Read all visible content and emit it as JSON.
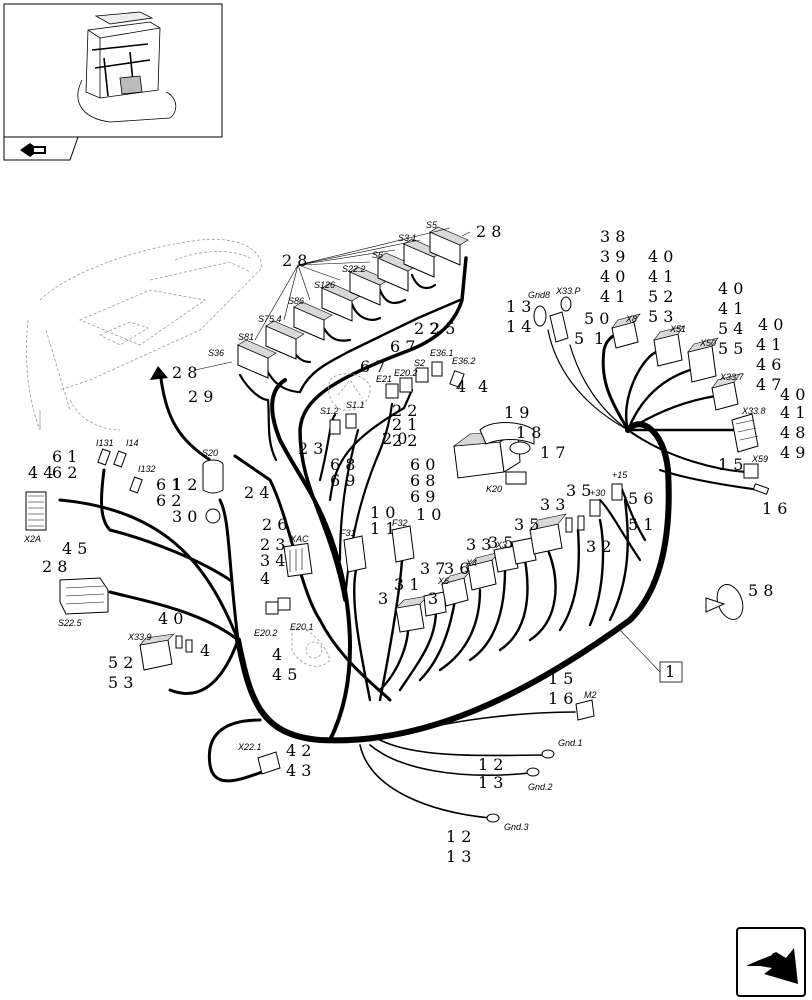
{
  "overview": {
    "icon": "cab-overview-thumbnail",
    "nav_icon": "previous-page-arrow-icon"
  },
  "footer": {
    "nav_icon": "next-page-arrow-icon"
  },
  "main_ref": "1",
  "refs": {
    "r28a": "2 8",
    "r28b": "2 8",
    "r28c": "2 8",
    "r28d": "2 8",
    "r29": "2 9",
    "r2_4": "2 4",
    "r30": "3 0",
    "r61": "6 1",
    "r62": "6 2",
    "r12": "1 2",
    "r44": "4 4",
    "r45": "4 5",
    "r22": "2 2",
    "r67a": "6 7",
    "r67b": "6 7",
    "r25": "2 5",
    "r4a": "4",
    "r4b": "4",
    "r4c": "4",
    "r20": "2 0",
    "r21": "2 1",
    "r23": "2 3",
    "r19": "1 9",
    "r18": "1 8",
    "r17": "1 7",
    "r60": "6 0",
    "r68": "6 8",
    "r69": "6 9",
    "r10a": "1 0",
    "r10b": "1 0",
    "r11": "1 1",
    "r26": "2 6",
    "r23b": "2 3",
    "r34": "3 4",
    "r40a": "4 0",
    "r52": "5 2",
    "r53": "5 3",
    "r42": "4 2",
    "r43": "4 3",
    "r15": "1 5",
    "r16": "1 6",
    "r12b": "1 2",
    "r13b": "1 3",
    "r12c": "1 2",
    "r13c": "1 3",
    "r13": "1 3",
    "r14": "1 4",
    "r50": "5 0",
    "r5a": "5",
    "r1": "1",
    "r38": "3 8",
    "r39": "3 9",
    "r40b": "4 0",
    "r41": "4 1",
    "r40c": "4 0",
    "r41c": "4 1",
    "r52c": "5 2",
    "r53c": "5 3",
    "r40d": "4 0",
    "r41d": "4 1",
    "r54": "5 4",
    "r55": "5 5",
    "r40e": "4 0",
    "r46": "4 6",
    "r47": "4 7",
    "r40f": "4 0",
    "r41f": "4 1",
    "r48": "4 8",
    "r49": "4 9",
    "r15b": "1 5",
    "r16b": "1 6",
    "r56": "5 6",
    "r51": "5 1",
    "r32": "3 2",
    "r58": "5 8",
    "r35a": "3 5",
    "r35b": "3 5",
    "r35c": "3 5",
    "r36": "3 6",
    "r37": "3 7",
    "r33": "3 3",
    "r31": "3 1",
    "r3": "3",
    "r3b": "3",
    "r45b": "4 5",
    "r45c": "4 5",
    "r4d": "4"
  },
  "tags": {
    "S5": "S5",
    "S3_1": "S3.1",
    "S6": "S6",
    "S22_2": "S22.2",
    "S126": "S126",
    "S86": "S86",
    "S75_4": "S75.4",
    "S81": "S81",
    "S36": "S36",
    "S20": "S20",
    "X2A": "X2A",
    "S22_5": "S22.5",
    "I131": "I131",
    "I14": "I14",
    "I132": "I132",
    "S1_2": "S1.2",
    "S1_1": "S1.1",
    "E21": "E21",
    "E20_2": "E20.2",
    "S2": "S2",
    "E36_1": "E36.1",
    "E36_2": "E36.2",
    "K20": "K20",
    "F31": "F31",
    "F32": "F32",
    "XAC": "XAC",
    "E20_2b": "E20.2",
    "E20_1": "E20.1",
    "X33_9": "X33.9",
    "X22_1": "X22.1",
    "M2": "M2",
    "Gnd1": "Gnd.1",
    "Gnd2": "Gnd.2",
    "Gnd3": "Gnd.3",
    "Gnd8": "Gnd8",
    "X33P": "X33.P",
    "X8": "X8",
    "X51": "X51",
    "X50": "X50",
    "X33_7": "X33.7",
    "X33_8": "X33.8",
    "X59": "X59",
    "plus30": "+30",
    "plus15": "+15",
    "X4": "X4",
    "X3": "X3",
    "X7": "X7",
    "X6": "X6",
    "X5": "X5"
  }
}
